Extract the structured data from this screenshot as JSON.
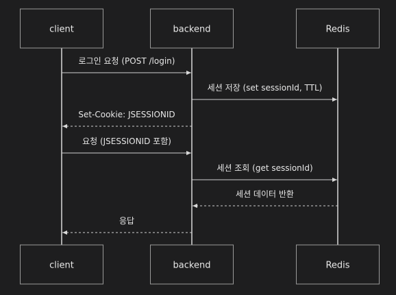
{
  "participants": [
    {
      "id": "client",
      "label": "client"
    },
    {
      "id": "backend",
      "label": "backend"
    },
    {
      "id": "redis",
      "label": "Redis"
    }
  ],
  "messages": [
    {
      "from": "client",
      "to": "backend",
      "label": "로그인 요청 (POST /login)",
      "style": "solid"
    },
    {
      "from": "backend",
      "to": "redis",
      "label": "세션 저장 (set sessionId, TTL)",
      "style": "solid"
    },
    {
      "from": "backend",
      "to": "client",
      "label": "Set-Cookie: JSESSIONID",
      "style": "dashed"
    },
    {
      "from": "client",
      "to": "backend",
      "label": "요청 (JSESSIONID 포함)",
      "style": "solid"
    },
    {
      "from": "backend",
      "to": "redis",
      "label": "세션 조회 (get sessionId)",
      "style": "solid"
    },
    {
      "from": "redis",
      "to": "backend",
      "label": "세션 데이터 반환",
      "style": "dashed"
    },
    {
      "from": "backend",
      "to": "client",
      "label": "응답",
      "style": "dashed"
    }
  ],
  "colors": {
    "background": "#1e1e1f",
    "box_border": "#9a9a9a",
    "line": "#d0d0d0",
    "text": "#e8e8e8"
  }
}
